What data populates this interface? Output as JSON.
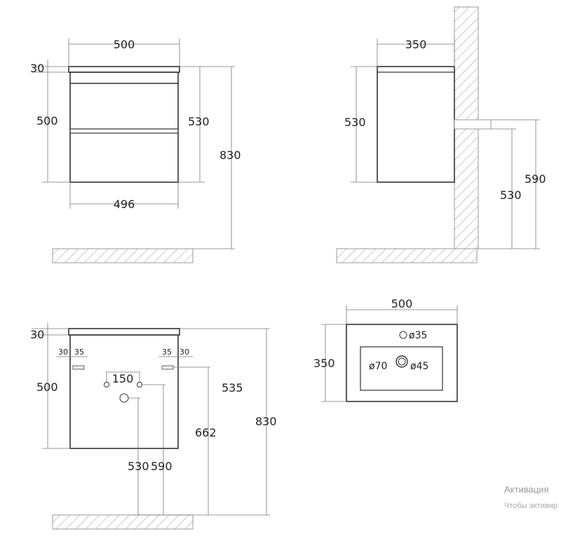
{
  "front_view": {
    "width_top": "500",
    "top_thickness": "30",
    "body_height": "500",
    "cabinet_height": "530",
    "total_height": "830",
    "body_width": "496"
  },
  "side_view": {
    "depth": "350",
    "cabinet_height": "530",
    "pipe_height_upper": "590",
    "pipe_height_lower": "530"
  },
  "mounting_view": {
    "top_thickness": "30",
    "left_edge": "30",
    "left_bracket": "35",
    "right_bracket": "35",
    "right_edge": "30",
    "hole_spacing": "150",
    "body_height": "500",
    "bracket_height": "535",
    "hole_height": "662",
    "total_height": "830",
    "drain_height": "530",
    "pipe_height": "590"
  },
  "basin_view": {
    "width": "500",
    "depth": "350",
    "tap_hole": "ø35",
    "overflow": "ø70",
    "drain": "ø45"
  },
  "watermark": {
    "title": "Активация",
    "subtitle": "Чтобы активир"
  }
}
